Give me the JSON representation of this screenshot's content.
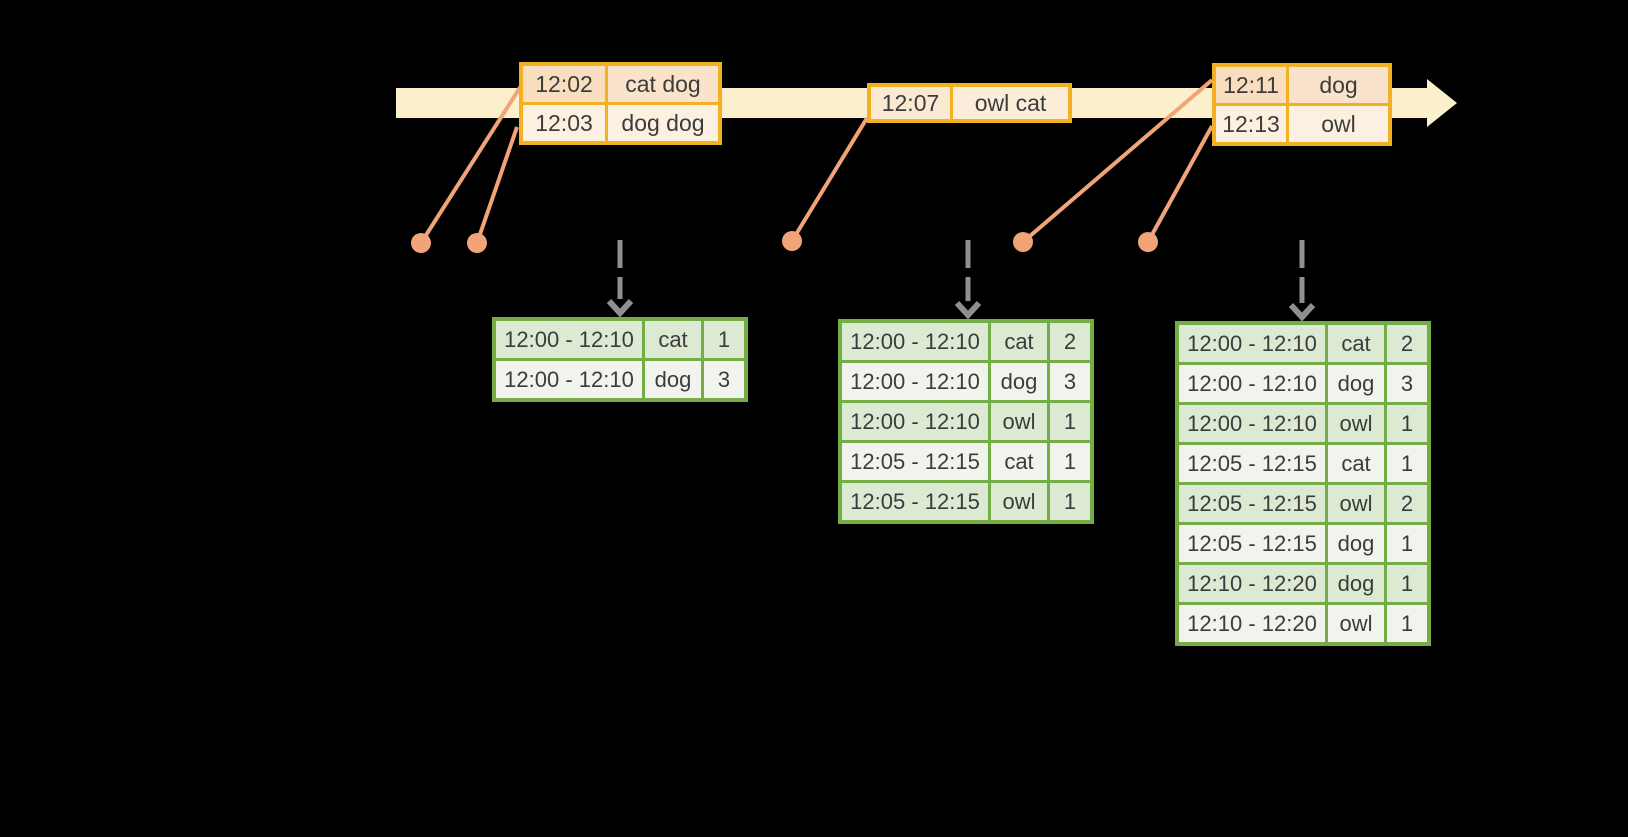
{
  "canvas": {
    "background": "#000000"
  },
  "palette": {
    "canvas_bg": "#000000",
    "timeline_fill": "#FBF0CB",
    "event_border": "#F2B122",
    "event_row_dark_time": "#F8DDBE",
    "event_row_dark_word": "#F9E3CA",
    "event_row_light": "#FCF1E1",
    "event_row_medium_time": "#FBE9D2",
    "event_row_medium_word": "#FCEDDA",
    "connector": "#F0A478",
    "trigger_arrow": "#8F8F8F",
    "table_border": "#74AC46",
    "table_row_dark": "#DCE9D3",
    "table_row_light": "#F0F4EC",
    "text": "#3C3C3C"
  },
  "event_boxes": [
    {
      "rows": [
        {
          "time": "12:02",
          "words": "cat dog",
          "tone": "dark"
        },
        {
          "time": "12:03",
          "words": "dog dog",
          "tone": "light"
        }
      ]
    },
    {
      "rows": [
        {
          "time": "12:07",
          "words": "owl cat",
          "tone": "medium"
        }
      ]
    },
    {
      "rows": [
        {
          "time": "12:11",
          "words": "dog",
          "tone": "dark"
        },
        {
          "time": "12:13",
          "words": "owl",
          "tone": "light"
        }
      ]
    }
  ],
  "result_tables": [
    {
      "rows": [
        [
          "12:00 - 12:10",
          "cat",
          "1"
        ],
        [
          "12:00 - 12:10",
          "dog",
          "3"
        ]
      ]
    },
    {
      "rows": [
        [
          "12:00 - 12:10",
          "cat",
          "2"
        ],
        [
          "12:00 - 12:10",
          "dog",
          "3"
        ],
        [
          "12:00 - 12:10",
          "owl",
          "1"
        ],
        [
          "12:05 - 12:15",
          "cat",
          "1"
        ],
        [
          "12:05 - 12:15",
          "owl",
          "1"
        ]
      ]
    },
    {
      "rows": [
        [
          "12:00 - 12:10",
          "cat",
          "2"
        ],
        [
          "12:00 - 12:10",
          "dog",
          "3"
        ],
        [
          "12:00 - 12:10",
          "owl",
          "1"
        ],
        [
          "12:05 - 12:15",
          "cat",
          "1"
        ],
        [
          "12:05 - 12:15",
          "owl",
          "2"
        ],
        [
          "12:05 - 12:15",
          "dog",
          "1"
        ],
        [
          "12:10 - 12:20",
          "dog",
          "1"
        ],
        [
          "12:10 - 12:20",
          "owl",
          "1"
        ]
      ]
    }
  ]
}
